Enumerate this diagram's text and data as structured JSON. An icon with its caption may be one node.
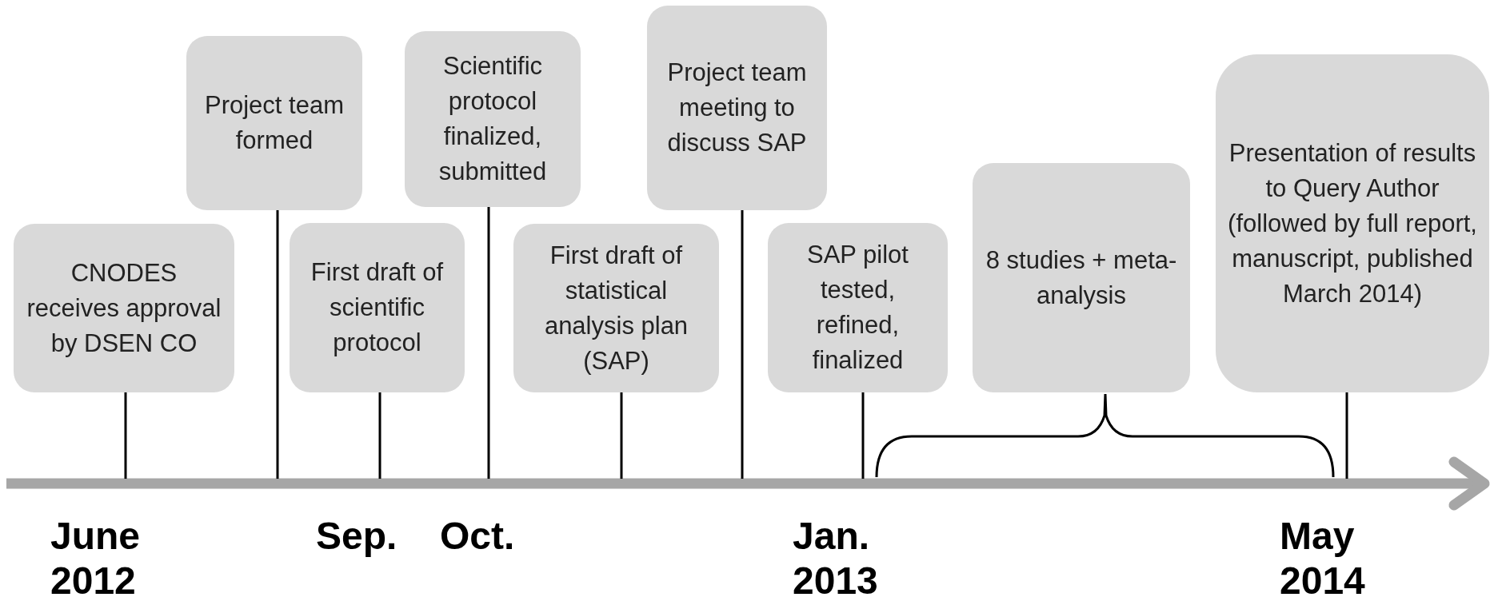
{
  "diagram": {
    "nodes": [
      {
        "text": [
          "CNODES receives approval by DSEN CO"
        ]
      },
      {
        "text": [
          "Project team formed"
        ]
      },
      {
        "text": [
          "First draft of scientific protocol"
        ]
      },
      {
        "text": [
          "Scientific protocol finalized, submitted"
        ]
      },
      {
        "text": [
          "First draft of statistical analysis plan (SAP)"
        ]
      },
      {
        "text": [
          "Project team meeting to discuss SAP"
        ]
      },
      {
        "text": [
          "SAP pilot tested, refined, finalized"
        ]
      },
      {
        "text": [
          "8 studies + meta-analysis"
        ]
      },
      {
        "text": [
          "Presentation of results to Query Author (followed by full report, manuscript, published March 2014)"
        ]
      }
    ],
    "edges": [
      {
        "from": 0,
        "to": null,
        "arrow": "none"
      },
      {
        "from": 1,
        "to": null,
        "arrow": "none"
      },
      {
        "from": 2,
        "to": null,
        "arrow": "none"
      },
      {
        "from": 3,
        "to": null,
        "arrow": "none"
      },
      {
        "from": 4,
        "to": null,
        "arrow": "none"
      },
      {
        "from": 5,
        "to": null,
        "arrow": "none"
      },
      {
        "from": 6,
        "to": null,
        "arrow": "none"
      },
      {
        "from": 8,
        "to": null,
        "arrow": "none"
      }
    ],
    "labels": [
      "June 2012",
      "Sep.",
      "Oct.",
      "Jan. 2013",
      "May 2014"
    ]
  }
}
